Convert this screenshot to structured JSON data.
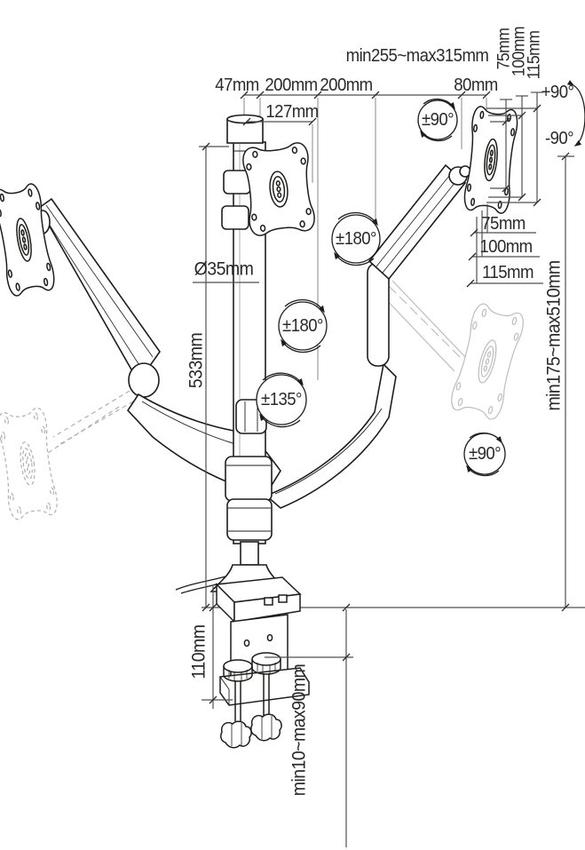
{
  "diagram": {
    "subject": "triple monitor desk mount arm - dimension drawing",
    "line_color": "#1d1d1b",
    "dim_line_color": "#5a5a5a",
    "ghost_color": "#b8b8b8",
    "background": "#ffffff"
  },
  "dims_top": {
    "range": "min255~max315mm",
    "d47": "47mm",
    "d200a": "200mm",
    "d200b": "200mm",
    "d80": "80mm",
    "d127": "127mm"
  },
  "pole": {
    "diameter": "Ø35mm",
    "height": "533mm"
  },
  "rotation": {
    "center_swivel": "±180°",
    "center_stop": "±135°",
    "right_swivel": "±180°",
    "top_rotate": "±90°",
    "bottom_rotate": "±90°",
    "tilt_up": "+90°",
    "tilt_down": "-90°"
  },
  "vesa_top": {
    "v75": "75mm",
    "v100": "100mm",
    "v115": "115mm"
  },
  "vesa_right": {
    "v75": "75mm",
    "v100": "100mm",
    "v115": "115mm"
  },
  "height_adjust": {
    "range": "min175~max510mm"
  },
  "clamp": {
    "height": "110mm",
    "thickness_range": "min10~max90mm"
  }
}
